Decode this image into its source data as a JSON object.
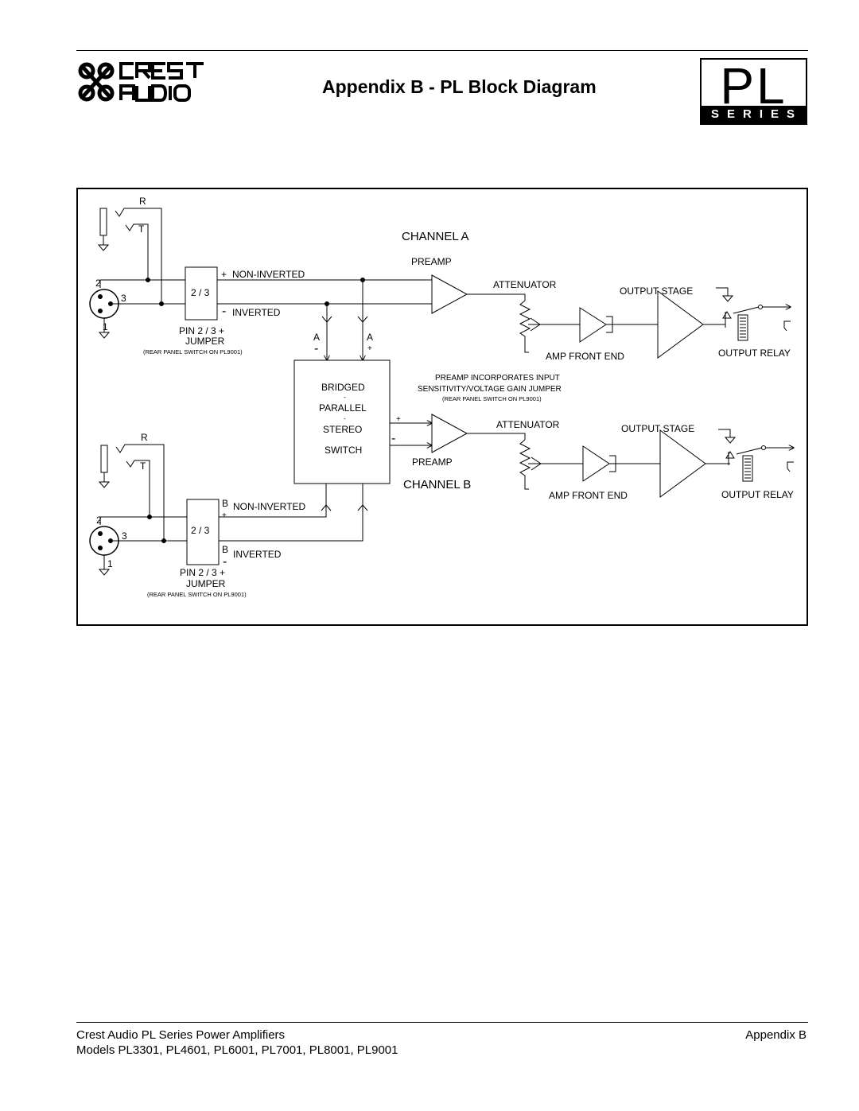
{
  "header": {
    "logo_text": "CREST AUDIO",
    "title": "Appendix B - PL Block Diagram",
    "badge_letters": "PL",
    "badge_band": "SERIES"
  },
  "diagram": {
    "channel_a": {
      "title": "CHANNEL A",
      "jack_r": "R",
      "jack_t": "T",
      "xlr_pin2": "2",
      "xlr_pin3": "3",
      "xlr_pin1": "1",
      "jumper_box": "2 / 3",
      "plus": "+",
      "minus": "-",
      "non_inverted": "NON-INVERTED",
      "inverted": "INVERTED",
      "pin_label": "PIN 2 / 3 +",
      "jumper_label": "JUMPER",
      "rear_note": "(REAR PANEL SWITCH ON PL9001)",
      "a_minus_label": "A",
      "a_minus_sign": "-",
      "a_plus_label": "A",
      "a_plus_sign": "+",
      "preamp": "PREAMP",
      "attenuator": "ATTENUATOR",
      "output_stage": "OUTPUT STAGE",
      "amp_front_end": "AMP FRONT END",
      "output_relay": "OUTPUT RELAY"
    },
    "switch": {
      "bridged": "BRIDGED",
      "dash1": "-",
      "parallel": "PARALLEL",
      "dash2": "-",
      "stereo": "STEREO",
      "switch": "SWITCH"
    },
    "preamp_note": {
      "line1": "PREAMP INCORPORATES INPUT",
      "line2": "SENSITIVITY/VOLTAGE GAIN JUMPER",
      "line3": "(REAR PANEL SWITCH ON PL9001)"
    },
    "channel_b": {
      "title": "CHANNEL B",
      "jack_r": "R",
      "jack_t": "T",
      "xlr_pin2": "2",
      "xlr_pin3": "3",
      "xlr_pin1": "1",
      "jumper_box": "2 / 3",
      "b_label_top": "B",
      "plus": "+",
      "b_label_bottom": "B",
      "minus": "-",
      "non_inverted": "NON-INVERTED",
      "inverted": "INVERTED",
      "pin_label": "PIN 2 / 3 +",
      "jumper_label": "JUMPER",
      "rear_note": "(REAR PANEL SWITCH ON PL9001)",
      "preamp_plus": "+",
      "preamp_minus": "-",
      "preamp": "PREAMP",
      "attenuator": "ATTENUATOR",
      "output_stage": "OUTPUT STAGE",
      "amp_front_end": "AMP FRONT END",
      "output_relay": "OUTPUT RELAY"
    }
  },
  "footer": {
    "left": "Crest Audio PL Series Power Amplifiers",
    "models": "Models PL3301, PL4601, PL6001, PL7001, PL8001, PL9001",
    "right": "Appendix B"
  }
}
